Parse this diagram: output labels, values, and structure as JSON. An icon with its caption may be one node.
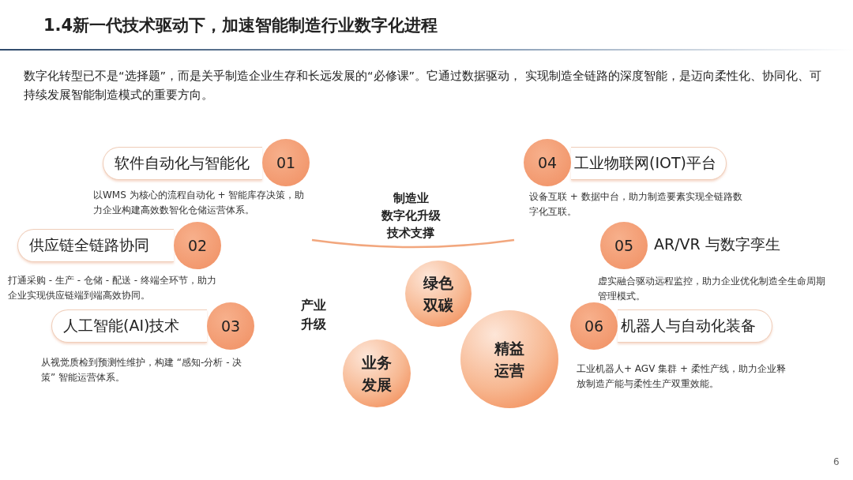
{
  "diagram": {
    "title": "1.4新一代技术驱动下，加速智能制造行业数字化进程",
    "nodes": [
      {
        "text": [
          "软件自动化与智能化"
        ]
      },
      {
        "text": [
          "01"
        ]
      },
      {
        "text": [
          "工业物联网(IOT)平台"
        ]
      },
      {
        "text": [
          "04"
        ]
      },
      {
        "text": [
          "制造业数字化升级技术支撑"
        ]
      },
      {
        "text": [
          "供应链全链路协同"
        ]
      },
      {
        "text": [
          "02"
        ]
      },
      {
        "text": [
          "05"
        ],
        "beside": [
          "AR/VR 与数字孪生"
        ]
      },
      {
        "text": [
          "绿色双碳"
        ]
      },
      {
        "text": [
          "人工智能(AI)技术"
        ]
      },
      {
        "text": [
          "03"
        ]
      },
      {
        "text": [
          "06"
        ]
      },
      {
        "text": [
          "机器人与自动化装备"
        ]
      },
      {
        "text": [
          "精益运营"
        ]
      },
      {
        "text": [
          "业务发展"
        ]
      }
    ],
    "edges": [],
    "labels": [
      "数字化转型已不是“选择题”，而是关乎制造企业生存和长远发展的“必修课”。它通过数据驱动， 实现制造全链路的深度智能，是迈向柔性化、协同化、可持续发展智能制造模式的重要方向。",
      "以WMS 为核心的流程自动化 + 智能库存决策，助力企业构建高效数智化仓储运营体系。",
      "设备互联 + 数据中台，助力制造要素实现全链路数字化互联。",
      "打通采购 - 生产 - 仓储 - 配送 - 终端全环节，助力企业实现供应链端到端高效协同。",
      "虚实融合驱动远程监控，助力企业优化制造全生命周期管理模式。",
      "产业升级",
      "从视觉质检到预测性维护，构建 “感知-分析 - 决策” 智能运营体系。",
      "工业机器人+ AGV 集群 + 柔性产线，助力企业释放制造产能与柔性生产双重效能。",
      "6"
    ]
  }
}
